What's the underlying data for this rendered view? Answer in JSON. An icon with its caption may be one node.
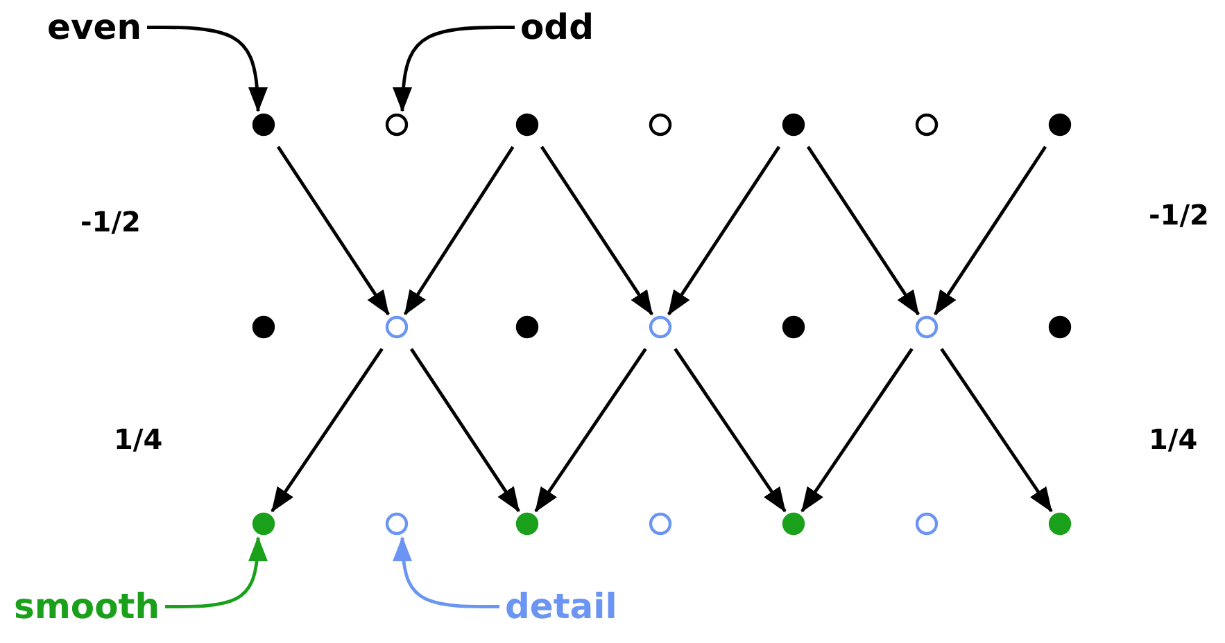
{
  "diagram": {
    "nodes": [
      {
        "text": [
          "even"
        ]
      },
      {
        "text": [
          "odd"
        ]
      },
      {
        "text": [],
        "shape": "circle"
      },
      {
        "text": [],
        "shape": "circle"
      },
      {
        "text": [],
        "shape": "circle"
      },
      {
        "text": [],
        "shape": "circle"
      },
      {
        "text": [],
        "shape": "circle"
      },
      {
        "text": [],
        "shape": "circle"
      },
      {
        "text": [],
        "shape": "circle"
      },
      {
        "text": [],
        "shape": "circle"
      },
      {
        "text": [],
        "shape": "circle"
      },
      {
        "text": [],
        "shape": "circle"
      },
      {
        "text": [],
        "shape": "circle"
      },
      {
        "text": [],
        "shape": "circle"
      },
      {
        "text": [],
        "shape": "circle"
      },
      {
        "text": [],
        "shape": "circle"
      },
      {
        "text": [],
        "shape": "circle"
      },
      {
        "text": [],
        "shape": "circle"
      },
      {
        "text": [],
        "shape": "circle"
      },
      {
        "text": [],
        "shape": "circle"
      },
      {
        "text": [],
        "shape": "circle"
      },
      {
        "text": [],
        "shape": "circle"
      },
      {
        "text": [],
        "shape": "circle"
      },
      {
        "text": [
          "smooth"
        ]
      },
      {
        "text": [
          "detail"
        ]
      }
    ],
    "edges": [
      {
        "from": 0,
        "to": 2,
        "arrow": "to"
      },
      {
        "from": 1,
        "to": 3,
        "arrow": "to"
      },
      {
        "from": 2,
        "to": 10,
        "arrow": "to"
      },
      {
        "from": 4,
        "to": 10,
        "arrow": "to"
      },
      {
        "from": 4,
        "to": 12,
        "arrow": "to"
      },
      {
        "from": 6,
        "to": 12,
        "arrow": "to"
      },
      {
        "from": 6,
        "to": 14,
        "arrow": "to"
      },
      {
        "from": 8,
        "to": 14,
        "arrow": "to"
      },
      {
        "from": 10,
        "to": 16,
        "arrow": "to"
      },
      {
        "from": 10,
        "to": 18,
        "arrow": "to"
      },
      {
        "from": 12,
        "to": 18,
        "arrow": "to"
      },
      {
        "from": 12,
        "to": 20,
        "arrow": "to"
      },
      {
        "from": 14,
        "to": 20,
        "arrow": "to"
      },
      {
        "from": 14,
        "to": 22,
        "arrow": "to"
      },
      {
        "from": 23,
        "to": 16,
        "arrow": "to",
        "color": "#1aa01a"
      },
      {
        "from": 24,
        "to": 17,
        "arrow": "to",
        "color": "#6b95f2"
      }
    ],
    "labels": [
      "-1/2",
      "-1/2",
      "1/4",
      "1/4"
    ]
  }
}
